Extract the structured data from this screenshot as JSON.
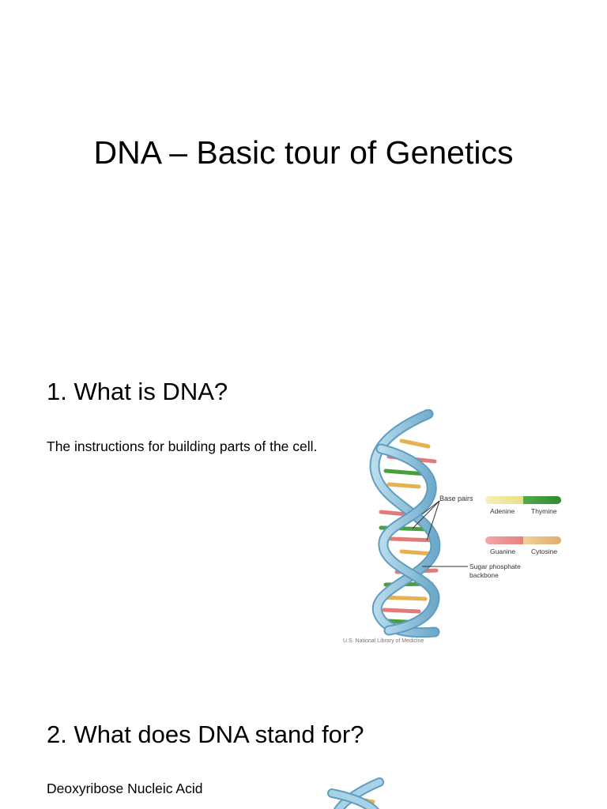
{
  "slides": [
    {
      "title": "DNA – Basic tour of Genetics"
    },
    {
      "heading": "1. What is DNA?",
      "body": "The instructions for building parts of the cell.",
      "figure": {
        "labels": {
          "base_pairs": "Base pairs",
          "adenine": "Adenine",
          "thymine": "Thymine",
          "guanine": "Guanine",
          "cytosine": "Cytosine",
          "backbone_line1": "Sugar phosphate",
          "backbone_line2": "backbone",
          "credit": "U.S. National Library of Medicine"
        },
        "colors": {
          "backbone": "#8fc3dd",
          "adenine": "#f2e9a0",
          "thymine": "#3f9a3a",
          "guanine": "#f09a9a",
          "cytosine": "#e8c28a"
        }
      }
    },
    {
      "heading": "2. What does DNA stand for?",
      "body": "Deoxyribose Nucleic Acid"
    }
  ]
}
